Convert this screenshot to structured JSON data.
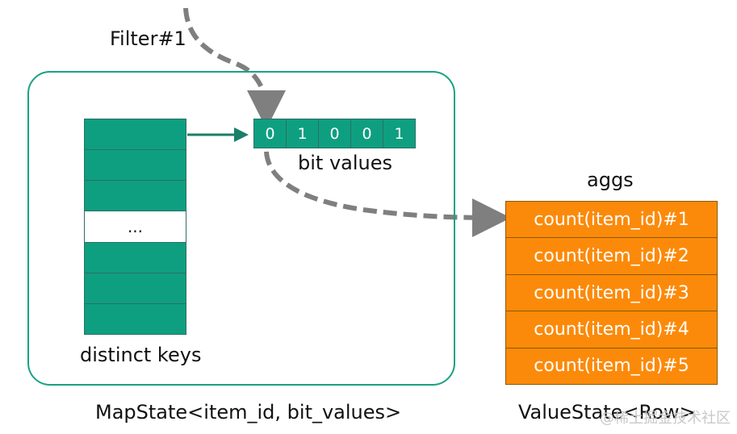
{
  "filter_label": "Filter#1",
  "mapstate": {
    "caption": "MapState<item_id, bit_values>",
    "keys_caption": "distinct keys",
    "keys": [
      "",
      "",
      "",
      "...",
      "",
      "",
      ""
    ],
    "bits_caption": "bit values",
    "bits": [
      "0",
      "1",
      "0",
      "0",
      "1"
    ],
    "border_color": "#1aa184",
    "fill_color": "#0e9f80"
  },
  "valuestate": {
    "caption": "ValueState<Row>",
    "aggs_title": "aggs",
    "aggs": [
      "count(item_id)#1",
      "count(item_id)#2",
      "count(item_id)#3",
      "count(item_id)#4",
      "count(item_id)#5"
    ],
    "fill_color": "#fc8a0a"
  },
  "watermark": "@稀土掘金技术社区"
}
